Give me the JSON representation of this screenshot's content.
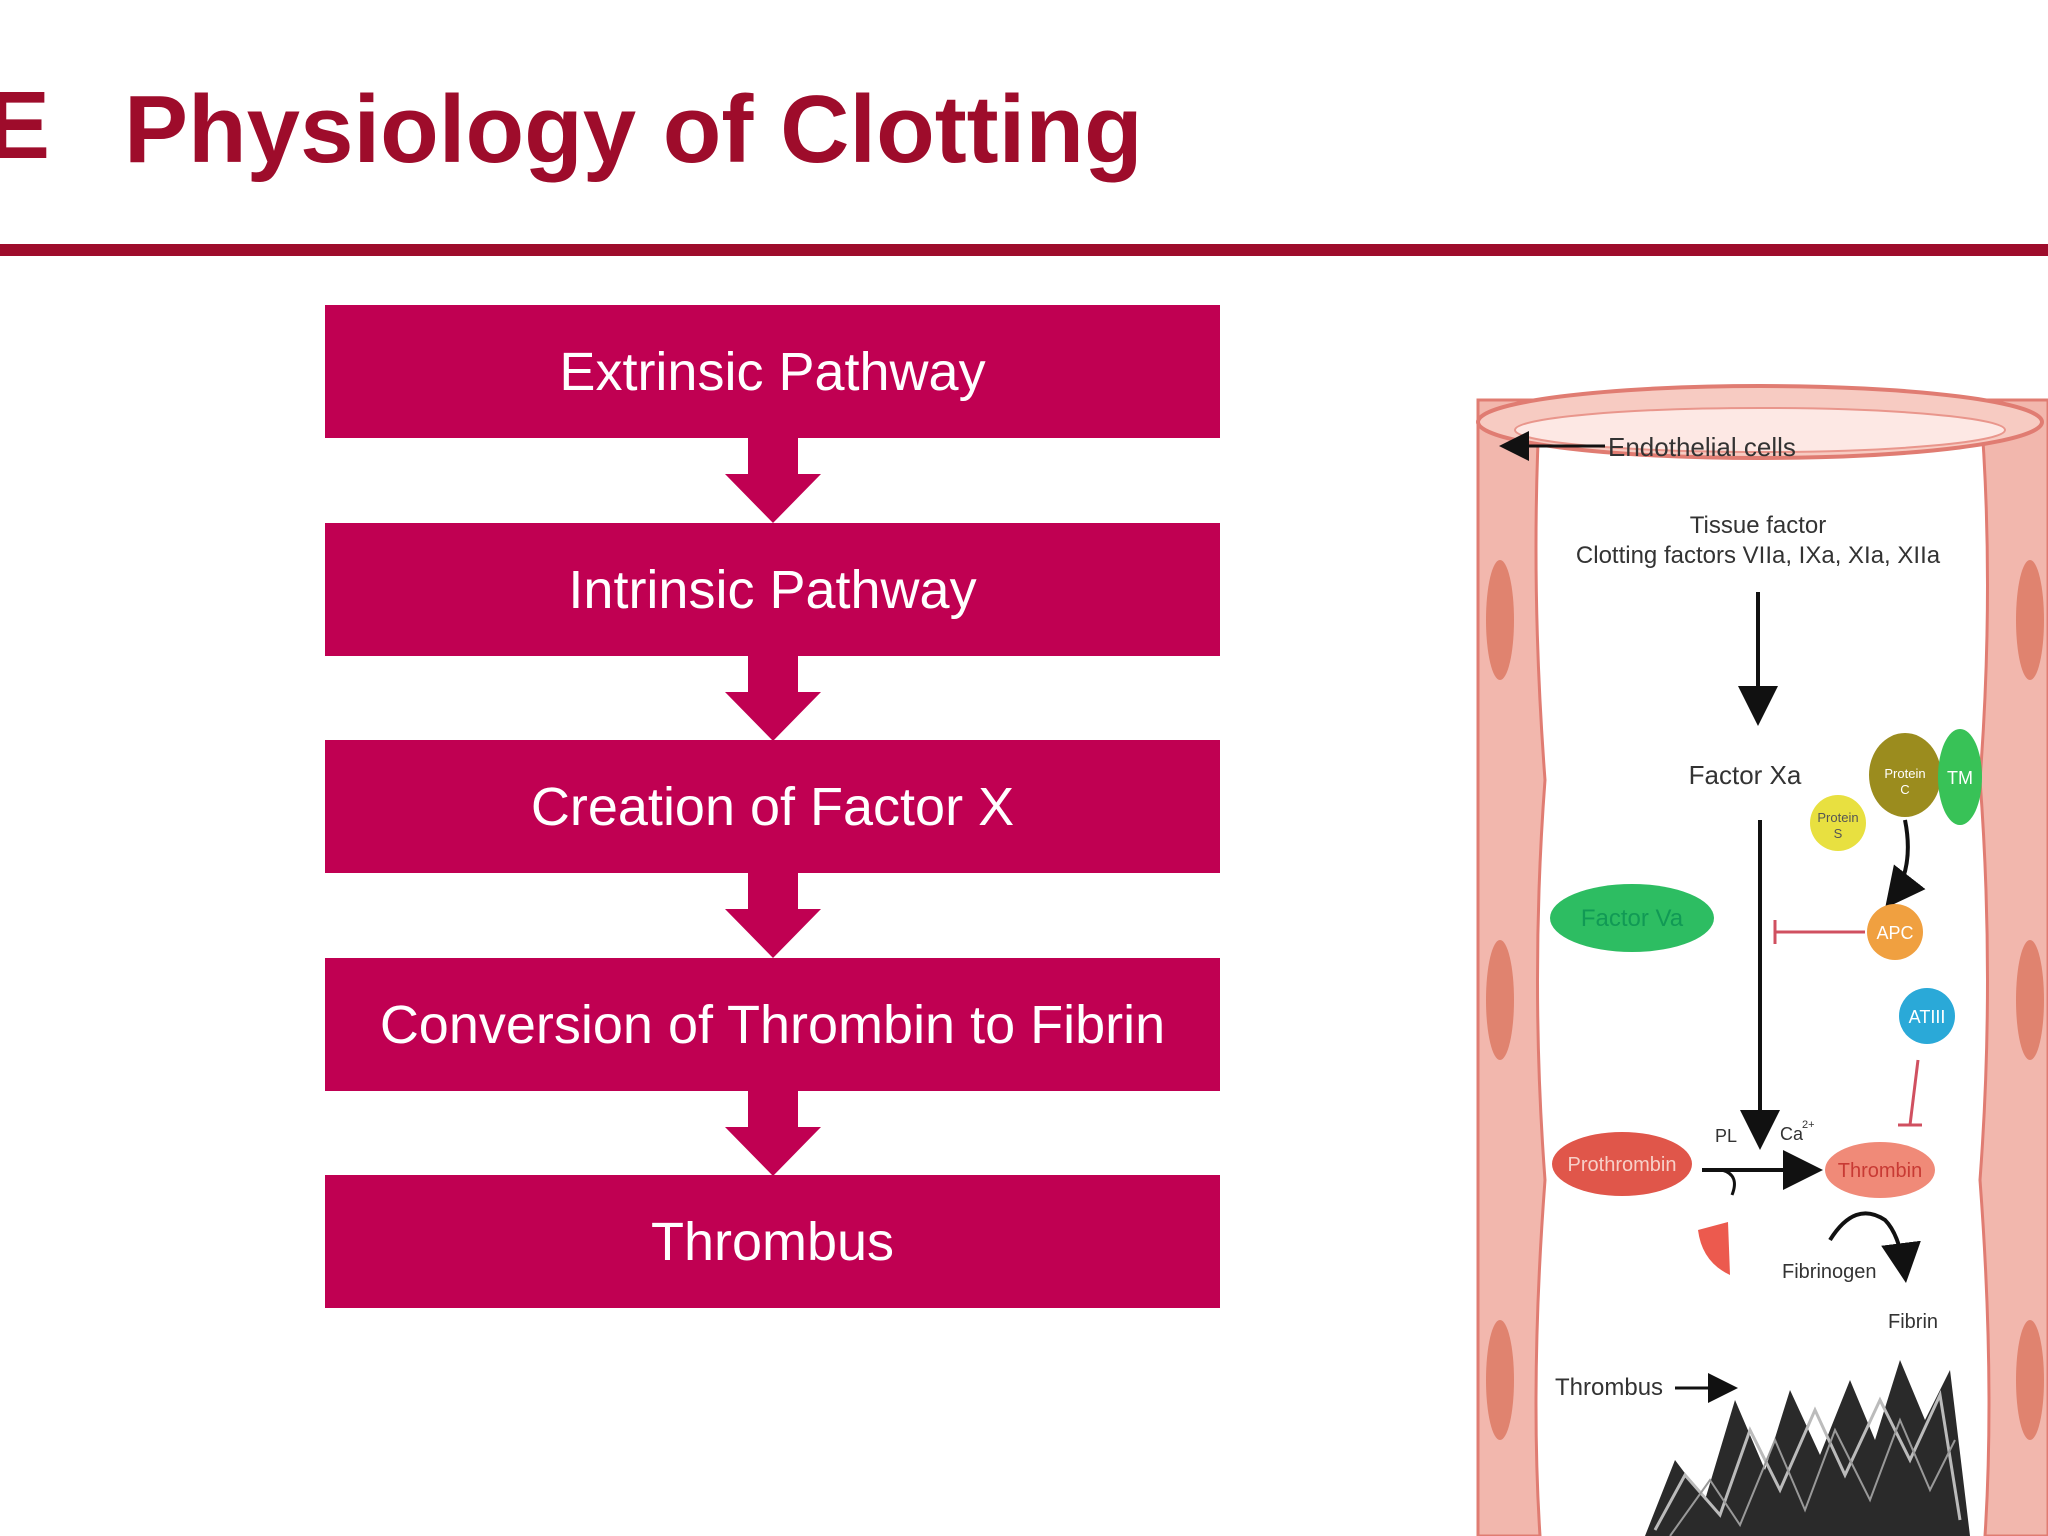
{
  "header": {
    "prefix": "E",
    "title": "Physiology of Clotting"
  },
  "flow": {
    "steps": [
      "Extrinsic Pathway",
      "Intrinsic Pathway",
      "Creation of Factor X",
      "Conversion of Thrombin to Fibrin",
      "Thrombus"
    ]
  },
  "illustration": {
    "endothelial_cells": "Endothelial cells",
    "tissue_factor": "Tissue factor",
    "clotting_factors": "Clotting factors VIIa, IXa, XIa, XIIa",
    "factor_xa": "Factor Xa",
    "factor_va": "Factor Va",
    "protein_c_line1": "Protein",
    "protein_c_line2": "C",
    "protein_s_line1": "Protein",
    "protein_s_line2": "S",
    "tm": "TM",
    "apc": "APC",
    "atiii": "ATIII",
    "pl": "PL",
    "ca": "Ca",
    "ca_superscript": "2+",
    "prothrombin": "Prothrombin",
    "thrombin": "Thrombin",
    "fibrinogen": "Fibrinogen",
    "fibrin": "Fibrin",
    "thrombus": "Thrombus"
  },
  "colors": {
    "title": "#9e0c2b",
    "flow_box": "#c00052",
    "vessel_wall": "#f2b7ad",
    "factor_va": "#2dbd62",
    "prothrombin": "#e0564a",
    "apc": "#f0a040",
    "atiii": "#2aa9d8"
  }
}
